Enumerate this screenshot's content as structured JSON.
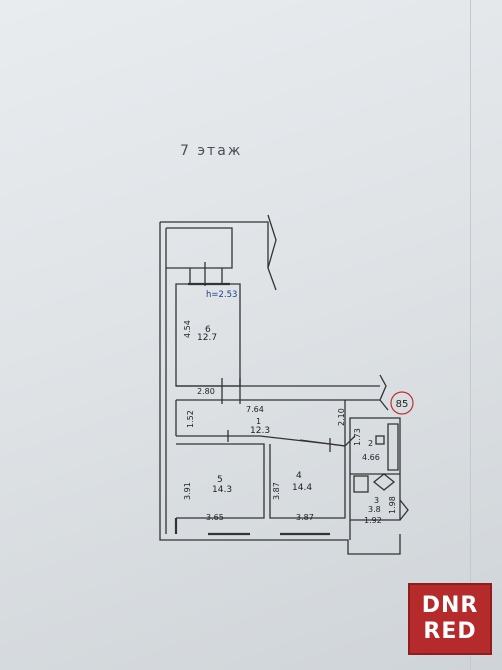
{
  "floor_title": "7 этаж",
  "height_note": "h=2.53",
  "apartment_number": "85",
  "rooms": [
    {
      "number": "6",
      "area": "12.7",
      "dims": [
        "4.54"
      ]
    },
    {
      "number": "1",
      "area": "12.3",
      "dims": [
        "2.80",
        "7.64",
        "1.52",
        "2.10"
      ]
    },
    {
      "number": "5",
      "area": "14.3",
      "dims": [
        "3.91",
        "3.65"
      ]
    },
    {
      "number": "4",
      "area": "14.4",
      "dims": [
        "3.87",
        "3.87"
      ]
    },
    {
      "number": "2",
      "area": "4.66",
      "dims": [
        "1.73"
      ]
    },
    {
      "number": "3",
      "area": "3.8",
      "dims": [
        "1.98",
        "1.92"
      ]
    }
  ],
  "watermark": {
    "line1": "DNR",
    "line2": "RED",
    "color": "#b52a2a"
  }
}
